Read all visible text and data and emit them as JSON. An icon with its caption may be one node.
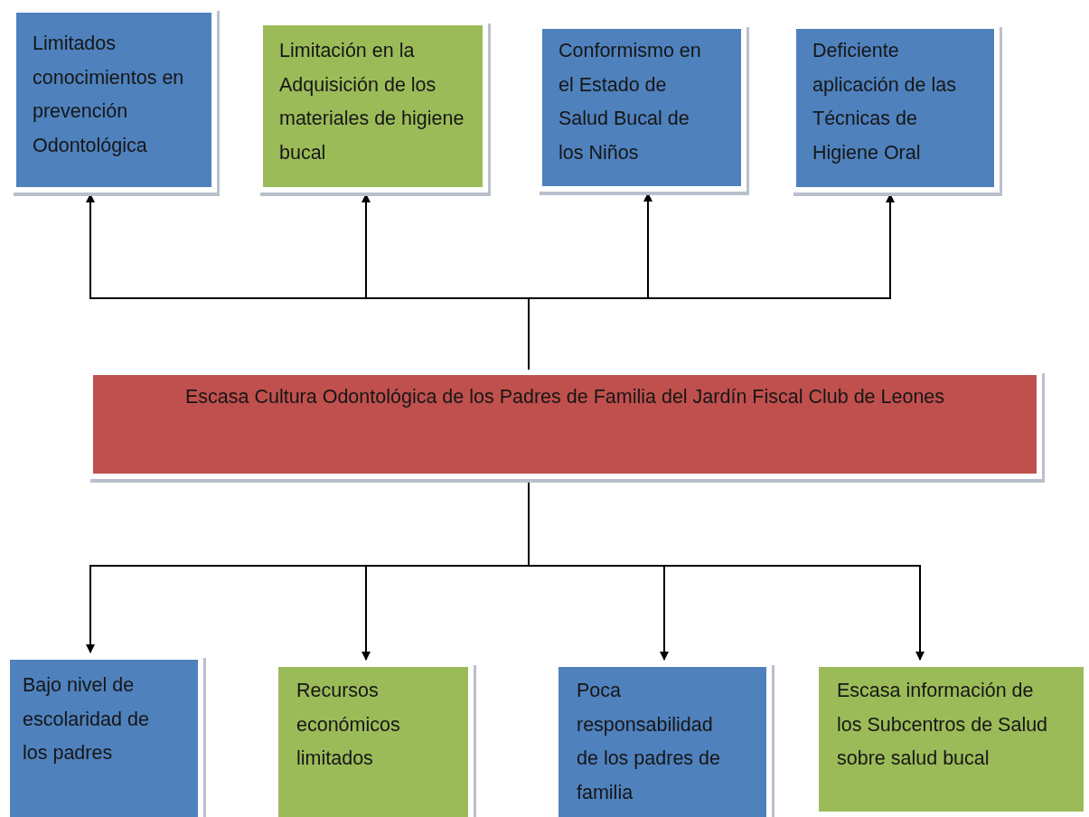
{
  "diagram": {
    "nodes": [
      {
        "text": [
          "Limitados conocimientos en prevención Odontológica"
        ]
      },
      {
        "text": [
          "Limitación en la Adquisición de los materiales de higiene bucal"
        ]
      },
      {
        "text": [
          "Conformismo en el Estado de Salud  Bucal de los Niños"
        ]
      },
      {
        "text": [
          "Deficiente aplicación de las Técnicas de Higiene Oral"
        ]
      },
      {
        "text": [
          "Escasa Cultura Odontológica de los Padres de Familia del Jardín Fiscal Club de Leones"
        ]
      },
      {
        "text": [
          "Bajo nivel de escolaridad de los padres"
        ]
      },
      {
        "text": [
          "Recursos económicos limitados"
        ]
      },
      {
        "text": [
          "Poca responsabilidad de los padres de familia"
        ]
      },
      {
        "text": [
          "Escasa información de los Subcentros de Salud sobre salud bucal"
        ]
      }
    ],
    "edges": [
      {
        "from": 4,
        "to": 0,
        "arrow": "to"
      },
      {
        "from": 4,
        "to": 1,
        "arrow": "to"
      },
      {
        "from": 4,
        "to": 2,
        "arrow": "to"
      },
      {
        "from": 4,
        "to": 3,
        "arrow": "to"
      },
      {
        "from": 4,
        "to": 5,
        "arrow": "to"
      },
      {
        "from": 4,
        "to": 6,
        "arrow": "to"
      },
      {
        "from": 4,
        "to": 7,
        "arrow": "to"
      },
      {
        "from": 4,
        "to": 8,
        "arrow": "to"
      }
    ]
  }
}
